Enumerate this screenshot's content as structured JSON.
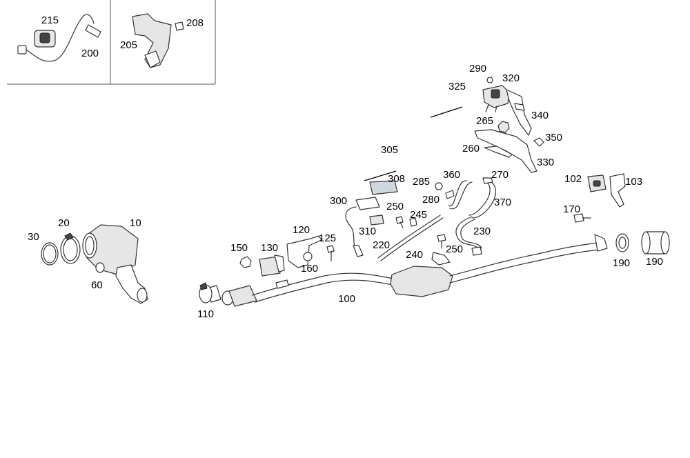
{
  "diagram": {
    "labels": {
      "p215": "215",
      "p200": "200",
      "p205": "205",
      "p208": "208",
      "p290": "290",
      "p320": "320",
      "p325": "325",
      "p340": "340",
      "p265": "265",
      "p350": "350",
      "p260": "260",
      "p330": "330",
      "p305": "305",
      "p308": "308",
      "p285": "285",
      "p360": "360",
      "p270": "270",
      "p280": "280",
      "p370": "370",
      "p300": "300",
      "p250a": "250",
      "p245": "245",
      "p310": "310",
      "p220": "220",
      "p230": "230",
      "p240": "240",
      "p250b": "250",
      "p102": "102",
      "p103": "103",
      "p170": "170",
      "p190a": "190",
      "p190b": "190",
      "p10": "10",
      "p20": "20",
      "p30": "30",
      "p60": "60",
      "p120": "120",
      "p125": "125",
      "p130": "130",
      "p150": "150",
      "p160": "160",
      "p100": "100",
      "p110": "110"
    }
  }
}
